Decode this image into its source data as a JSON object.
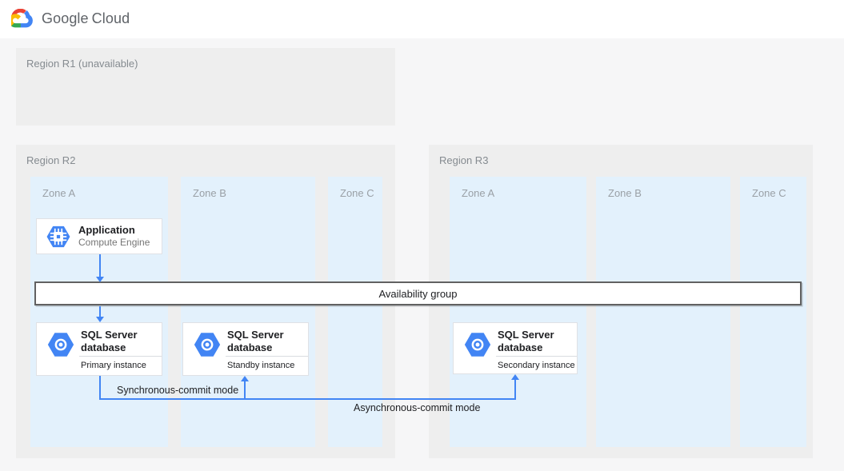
{
  "header": {
    "brand_primary": "Google",
    "brand_secondary": "Cloud",
    "logo_colors": {
      "red": "#ea4335",
      "blue": "#4285f4",
      "green": "#34a853",
      "yellow": "#fbbc05"
    }
  },
  "diagram": {
    "colors": {
      "region_bg": "#eeeeee",
      "zone_bg": "#e3f1fc",
      "arrow_blue": "#4285f4",
      "icon_hexagon_blue": "#4285f4",
      "card_border": "#dfe1e5",
      "availability_border": "#616161"
    },
    "regions": [
      {
        "label": "Region R1 (unavailable)",
        "zones": []
      },
      {
        "label": "Region R2",
        "zones": [
          {
            "label": "Zone A"
          },
          {
            "label": "Zone B"
          },
          {
            "label": "Zone C"
          }
        ]
      },
      {
        "label": "Region R3",
        "zones": [
          {
            "label": "Zone A"
          },
          {
            "label": "Zone B"
          },
          {
            "label": "Zone C"
          }
        ]
      }
    ],
    "nodes": {
      "application": {
        "title": "Application",
        "subtitle": "Compute Engine",
        "icon": "compute-engine-icon"
      },
      "availability_group": {
        "label": "Availability group"
      },
      "primary_db": {
        "title": "SQL Server database",
        "role": "Primary instance",
        "icon": "sql-server-icon"
      },
      "standby_db": {
        "title": "SQL Server database",
        "role": "Standby instance",
        "icon": "sql-server-icon"
      },
      "secondary_db": {
        "title": "SQL Server database",
        "role": "Secondary instance",
        "icon": "sql-server-icon"
      }
    },
    "connections": {
      "sync": {
        "label": "Synchronous-commit mode"
      },
      "async": {
        "label": "Asynchronous-commit mode"
      }
    }
  }
}
